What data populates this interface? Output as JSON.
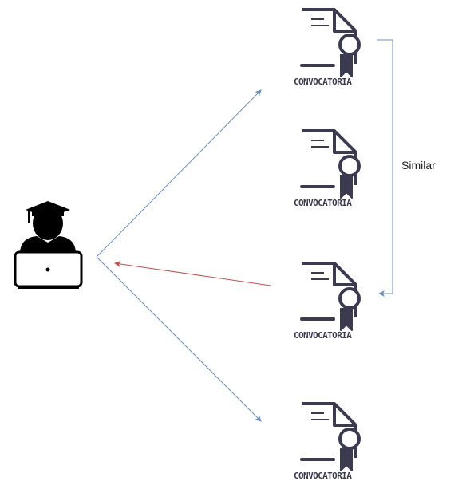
{
  "documents": [
    {
      "label": "CONVOCATORIA"
    },
    {
      "label": "CONVOCATORIA"
    },
    {
      "label": "CONVOCATORIA"
    },
    {
      "label": "CONVOCATORIA"
    }
  ],
  "bracket": {
    "label": "Similar"
  },
  "colors": {
    "doc_stroke": "#3c3a4e",
    "blue_arrow": "#6c8ebf",
    "red_arrow": "#b85450",
    "user": "#000000"
  },
  "icons": {
    "user": "graduate-user-laptop-icon",
    "document": "certificate-document-icon"
  }
}
